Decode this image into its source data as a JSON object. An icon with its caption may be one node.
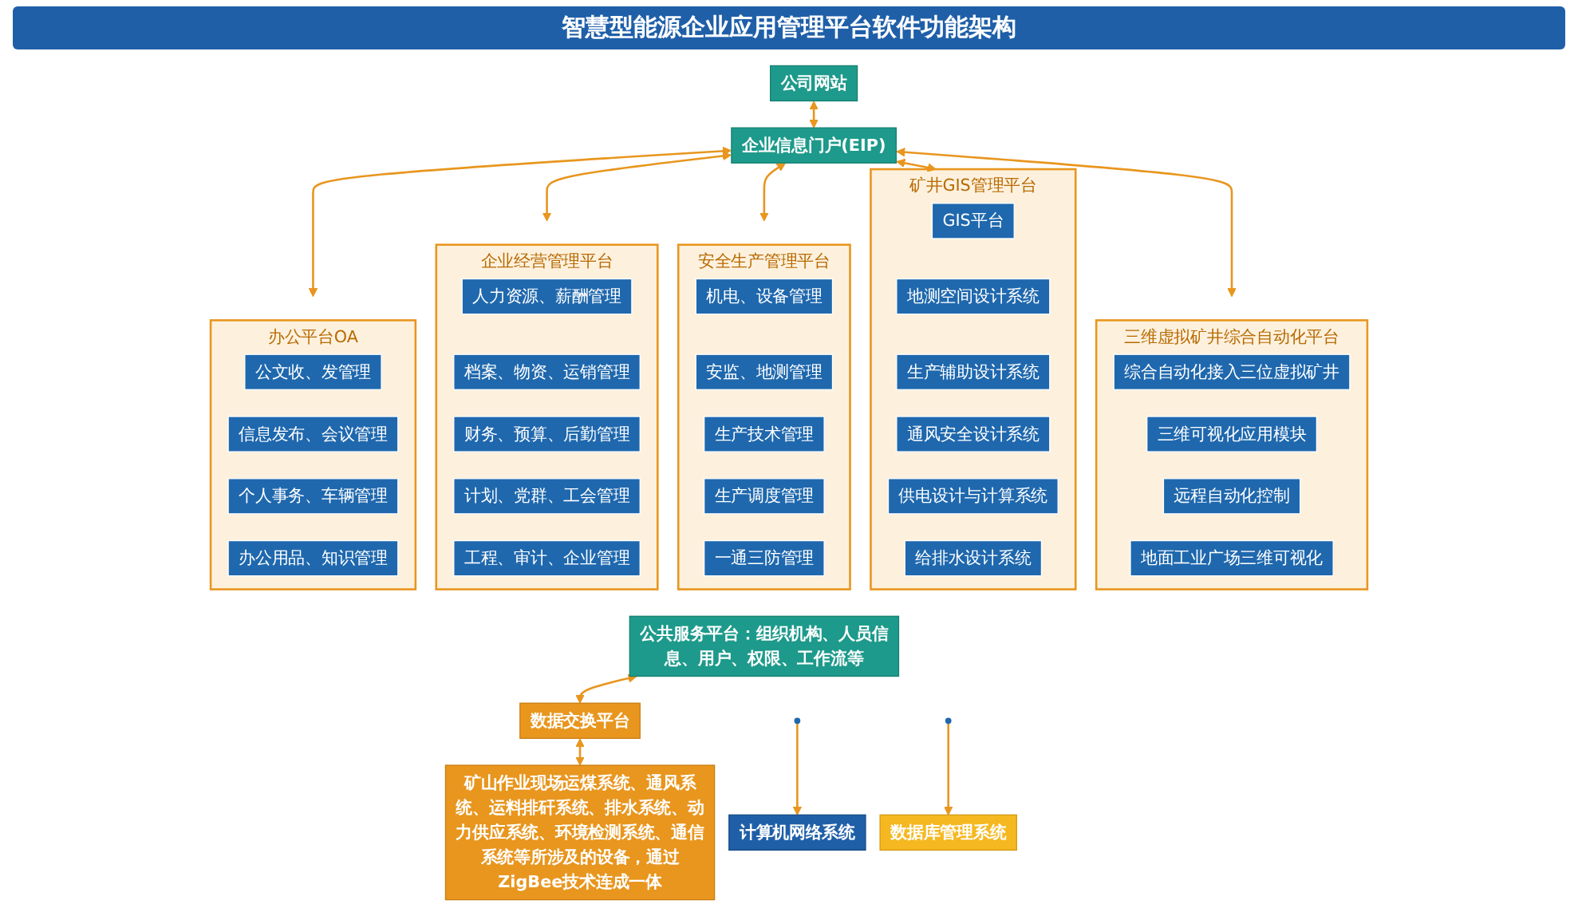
{
  "diagram": {
    "title": "智慧型能源企业应用管理平台软件功能架构",
    "nodes": [
      {
        "text": [
          "公司网站"
        ]
      },
      {
        "text": [
          "企业信息门户(EIP)"
        ]
      },
      {
        "text": [
          "办公平台OA"
        ]
      },
      {
        "text": [
          "公文收、发管理"
        ],
        "in": 2
      },
      {
        "text": [
          "信息发布、会议管理"
        ],
        "in": 2
      },
      {
        "text": [
          "个人事务、车辆管理"
        ],
        "in": 2
      },
      {
        "text": [
          "办公用品、知识管理"
        ],
        "in": 2
      },
      {
        "text": [
          "企业经营管理平台"
        ]
      },
      {
        "text": [
          "人力资源、薪酬管理"
        ],
        "in": 7
      },
      {
        "text": [
          "档案、物资、运销管理"
        ],
        "in": 7
      },
      {
        "text": [
          "财务、预算、后勤管理"
        ],
        "in": 7
      },
      {
        "text": [
          "计划、党群、工会管理"
        ],
        "in": 7
      },
      {
        "text": [
          "工程、审计、企业管理"
        ],
        "in": 7
      },
      {
        "text": [
          "安全生产管理平台"
        ]
      },
      {
        "text": [
          "机电、设备管理"
        ],
        "in": 13
      },
      {
        "text": [
          "安监、地测管理"
        ],
        "in": 13
      },
      {
        "text": [
          "生产技术管理"
        ],
        "in": 13
      },
      {
        "text": [
          "生产调度管理"
        ],
        "in": 13
      },
      {
        "text": [
          "一通三防管理"
        ],
        "in": 13
      },
      {
        "text": [
          "矿井GIS管理平台"
        ]
      },
      {
        "text": [
          "GIS平台"
        ],
        "in": 19
      },
      {
        "text": [
          "地测空间设计系统"
        ],
        "in": 19
      },
      {
        "text": [
          "生产辅助设计系统"
        ],
        "in": 19
      },
      {
        "text": [
          "通风安全设计系统"
        ],
        "in": 19
      },
      {
        "text": [
          "供电设计与计算系统"
        ],
        "in": 19
      },
      {
        "text": [
          "给排水设计系统"
        ],
        "in": 19
      },
      {
        "text": [
          "三维虚拟矿井综合自动化平台"
        ]
      },
      {
        "text": [
          "综合自动化接入三位虚拟矿井"
        ],
        "in": 26
      },
      {
        "text": [
          "三维可视化应用模块"
        ],
        "in": 26
      },
      {
        "text": [
          "远程自动化控制"
        ],
        "in": 26
      },
      {
        "text": [
          "地面工业广场三维可视化"
        ],
        "in": 26
      },
      {
        "text": [
          "公共服务平台：组织机构、人员信息、用户、权限、工作流等"
        ]
      },
      {
        "text": [
          "数据交换平台"
        ]
      },
      {
        "text": [
          "矿山作业现场运煤系统、通风系统、运料排矸系统、排水系统、动力供应系统、环境检测系统、通信系统等所涉及的设备，通过ZigBee技术连成一体"
        ]
      },
      {
        "text": [
          "计算机网络系统"
        ]
      },
      {
        "text": [
          "数据库管理系统"
        ]
      }
    ],
    "edges": [
      {
        "from": 0,
        "to": 1,
        "arrow": "both"
      },
      {
        "from": 1,
        "to": 2,
        "arrow": "both"
      },
      {
        "from": 1,
        "to": 7,
        "arrow": "both"
      },
      {
        "from": 1,
        "to": 13,
        "arrow": "both"
      },
      {
        "from": 1,
        "to": 19,
        "arrow": "both"
      },
      {
        "from": 1,
        "to": 26,
        "arrow": "both"
      },
      {
        "from": 31,
        "to": 32,
        "arrow": "both"
      },
      {
        "from": 32,
        "to": 33,
        "arrow": "both"
      },
      {
        "from": null,
        "to": 34,
        "arrow": "to"
      },
      {
        "from": null,
        "to": 35,
        "arrow": "to"
      }
    ]
  }
}
